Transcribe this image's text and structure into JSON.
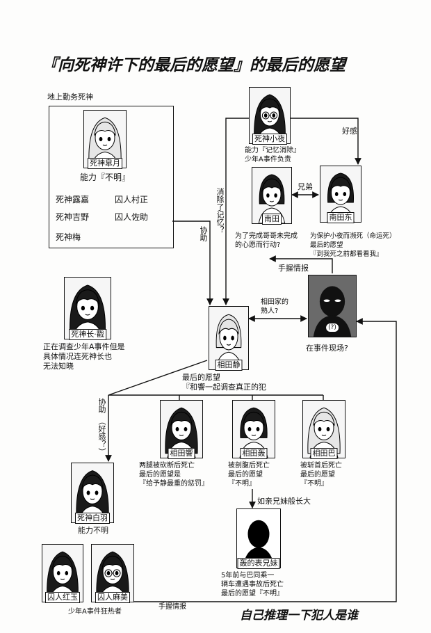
{
  "title": "『向死神许下的最后的愿望』的最后的愿望",
  "footer": "自己推理一下犯人是谁",
  "group": {
    "label": "地上勤务死神",
    "leader": {
      "name": "死神皐月",
      "ability": "能力『不明』",
      "portrait": "girl-light-hair-portrait"
    },
    "members": [
      "死神露嘉",
      "囚人村正",
      "死神吉野",
      "囚人佐助",
      "死神梅"
    ]
  },
  "characters": {
    "sayo": {
      "name": "死神小夜",
      "portrait": "girl-glasses-portrait",
      "notes": [
        "能力『记忆消除』",
        "少年A事件负责"
      ]
    },
    "minamida": {
      "name": "南田",
      "portrait": "boy-dark-hair-portrait",
      "notes": [
        "为了完成哥哥未完成",
        "的心愿而行动?"
      ]
    },
    "minamida_higashi": {
      "name": "南田东",
      "portrait": "boy-dark-hair-portrait",
      "notes": [
        "为保护小夜而濒死（命运死）",
        "最后的愿望",
        "『到我死之前都看看我』"
      ]
    },
    "chief": {
      "name": "死神长·戳",
      "portrait": "girl-dark-hair-portrait",
      "notes": [
        "正在调查少年A事件但是",
        "具体情况连死神长也",
        "无法知晓"
      ]
    },
    "shizuka": {
      "name": "相田静",
      "portrait": "boy-light-hair-portrait",
      "notes": [
        "最后的愿望",
        "『和響一起调查真正的犯"
      ]
    },
    "unknown": {
      "name": "(?)",
      "portrait": "unknown-silhouette-portrait",
      "notes": [
        "在事件现场?"
      ]
    },
    "hibiki": {
      "name": "相田響",
      "portrait": "girl-dark-hair-portrait",
      "notes": [
        "两腿被砍断后死亡",
        "最后的愿望是",
        "『给予静最重的惩罚』"
      ]
    },
    "todoroki": {
      "name": "相田轰",
      "portrait": "boy-dark-hair-portrait",
      "notes": [
        "被剖腹后死亡",
        "最后的愿望",
        "『不明』"
      ]
    },
    "tomoe": {
      "name": "相田巴",
      "portrait": "girl-light-hair-portrait",
      "notes": [
        "被斩首后死亡",
        "最后的愿望",
        "『不明』"
      ]
    },
    "shiraha": {
      "name": "死神白羽",
      "portrait": "girl-dark-hair-portrait",
      "notes": [
        "能力不明"
      ]
    },
    "cousin": {
      "name": "轰的表兄妹",
      "portrait": "black-silhouette-portrait",
      "notes": [
        "5年前与巴同乘一",
        "辆车遭遇事故后死亡",
        "最后的愿望『不明』"
      ]
    },
    "kogyoku": {
      "name": "囚人红玉",
      "portrait": "girl-dark-hair-portrait"
    },
    "asami": {
      "name": "囚人麻美",
      "portrait": "girl-glasses-portrait"
    }
  },
  "prisoners_note": "少年A事件狂热者",
  "relations": {
    "affection": "好感",
    "brothers": "兄弟",
    "memory_erased": "消除了记忆？",
    "assist_top": "协助",
    "info_top": "手握情报",
    "acquaintance": [
      "相田家的",
      "熟人?"
    ],
    "assist_left": "协助",
    "affection_left": "（好感？）",
    "raised_like_siblings": "如亲兄妹般长大",
    "info_bottom": "手握情报"
  }
}
